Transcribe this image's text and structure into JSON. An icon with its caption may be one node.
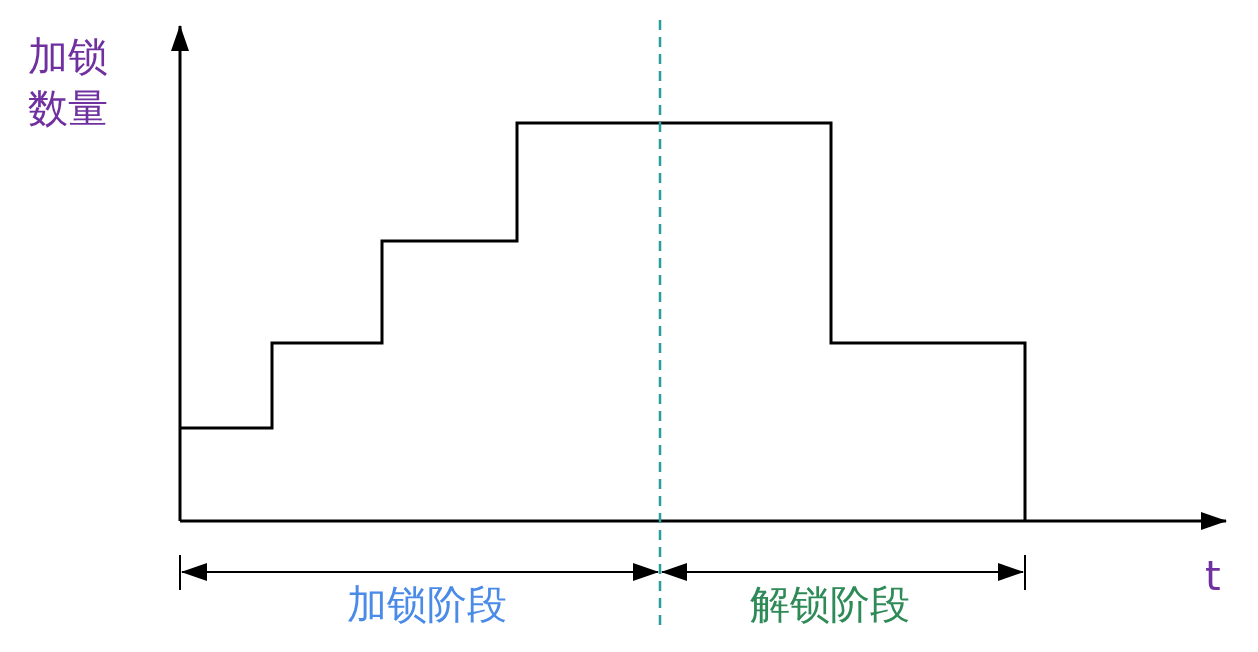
{
  "diagram": {
    "labels": [
      "加锁数量",
      "t",
      "加锁阶段",
      "解锁阶段"
    ]
  }
}
